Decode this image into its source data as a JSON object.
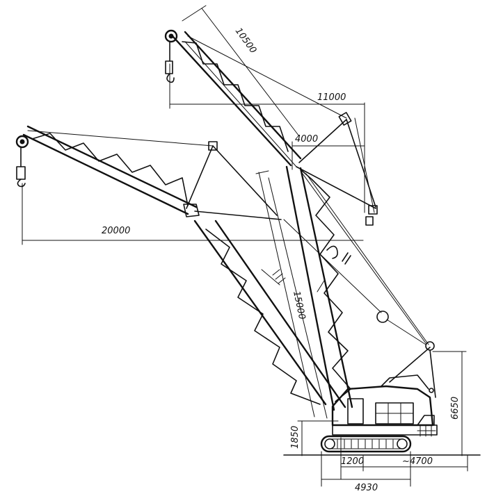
{
  "dimensions": {
    "jib_upper_length": "10500",
    "reach_upper": "11000",
    "offset_upper": "4000",
    "reach_lower": "20000",
    "boom_length": "15000",
    "height_total": "6650",
    "height_base": "1850",
    "axis_offset": "1200",
    "tail_length": "~4700",
    "track_length": "4930"
  }
}
